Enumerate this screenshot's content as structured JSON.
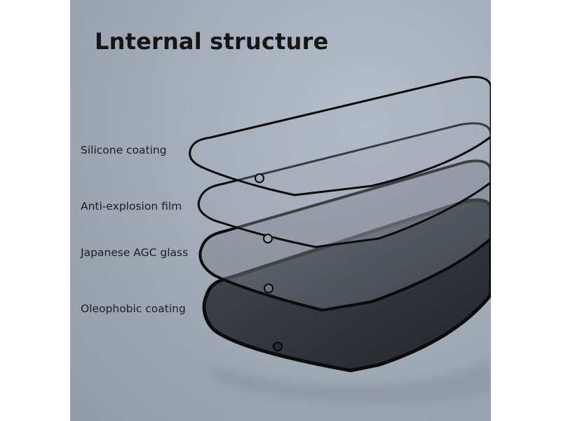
{
  "title": "Lnternal structure",
  "layers": [
    {
      "name": "silicone-coating",
      "label": "Silicone coating"
    },
    {
      "name": "anti-explosion-film",
      "label": "Anti-explosion film"
    },
    {
      "name": "japanese-agc-glass",
      "label": "Japanese AGC glass"
    },
    {
      "name": "oleophobic-coating",
      "label": "Oleophobic coating"
    }
  ],
  "colors": {
    "background": "#a5adb9",
    "bezel": "#0e0e0e",
    "screen_dark": "#2e3238",
    "text": "#1e1e1e"
  }
}
